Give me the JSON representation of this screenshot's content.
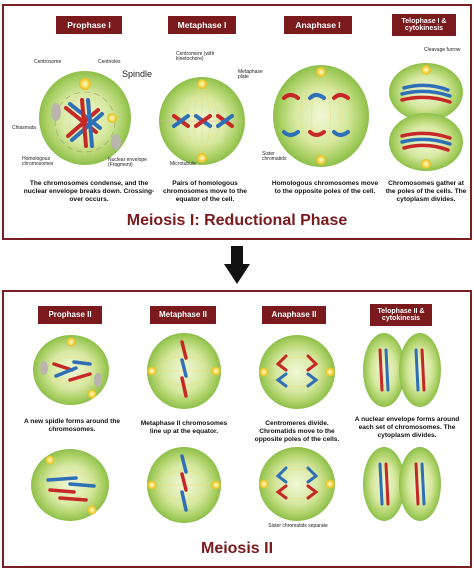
{
  "meiosis1": {
    "title": "Meiosis I: Reductional Phase",
    "stages": [
      {
        "label": "Prophase I",
        "caption": "The chromosomes condense, and the nuclear envelope breaks down. Crossing-over occurs."
      },
      {
        "label": "Metaphase I",
        "caption": "Pairs of homologous chromosomes move to the equator of the cell."
      },
      {
        "label": "Anaphase I",
        "caption": "Homologous chromosomes move to the opposite poles of the cell."
      },
      {
        "label": "Telophase I & cytokinesis",
        "caption": "Chromosomes gather at the poles of the cells. The cytoplasm divides."
      }
    ],
    "annotations": {
      "centrosome": "Centrosome",
      "centrioles": "Centrioles",
      "spindle": "Spindle",
      "chiasmata": "Chiasmata",
      "homologous": "Homologous chromosomes",
      "nuclear_envelope": "Nuclear envelope (Fragment)",
      "centromere": "Centromere (with kinetochore)",
      "metaphase_plate": "Metaphase plate",
      "microtubule": "Microtubule",
      "sister_chromatids": "Sister chromatids",
      "cleavage_furrow": "Cleavage furrow"
    }
  },
  "meiosis2": {
    "title": "Meiosis II",
    "stages": [
      {
        "label": "Prophase II",
        "caption": "A new spidle forms around the chromosomes."
      },
      {
        "label": "Metaphase II",
        "caption": "Metaphase II chromosomes line up at the equator."
      },
      {
        "label": "Anaphase II",
        "caption": "Centromeres divide. Chromatids move to the opposite poles of the cells."
      },
      {
        "label": "Telophase II & cytokinesis",
        "caption": "A nuclear envelope forms around each set of chromosomes. The cytoplasm divides."
      }
    ],
    "annotations": {
      "sister_separate": "Sister chromatids separate"
    }
  },
  "colors": {
    "accent": "#7a1a1d",
    "cell_outer": "#d8e9a8",
    "cell_inner": "#a8cf62",
    "red_chromosome": "#c62828",
    "blue_chromosome": "#2e6fb7",
    "centrosome": "#f2d13c"
  },
  "icons": {
    "arrow": "down-arrow-icon"
  }
}
